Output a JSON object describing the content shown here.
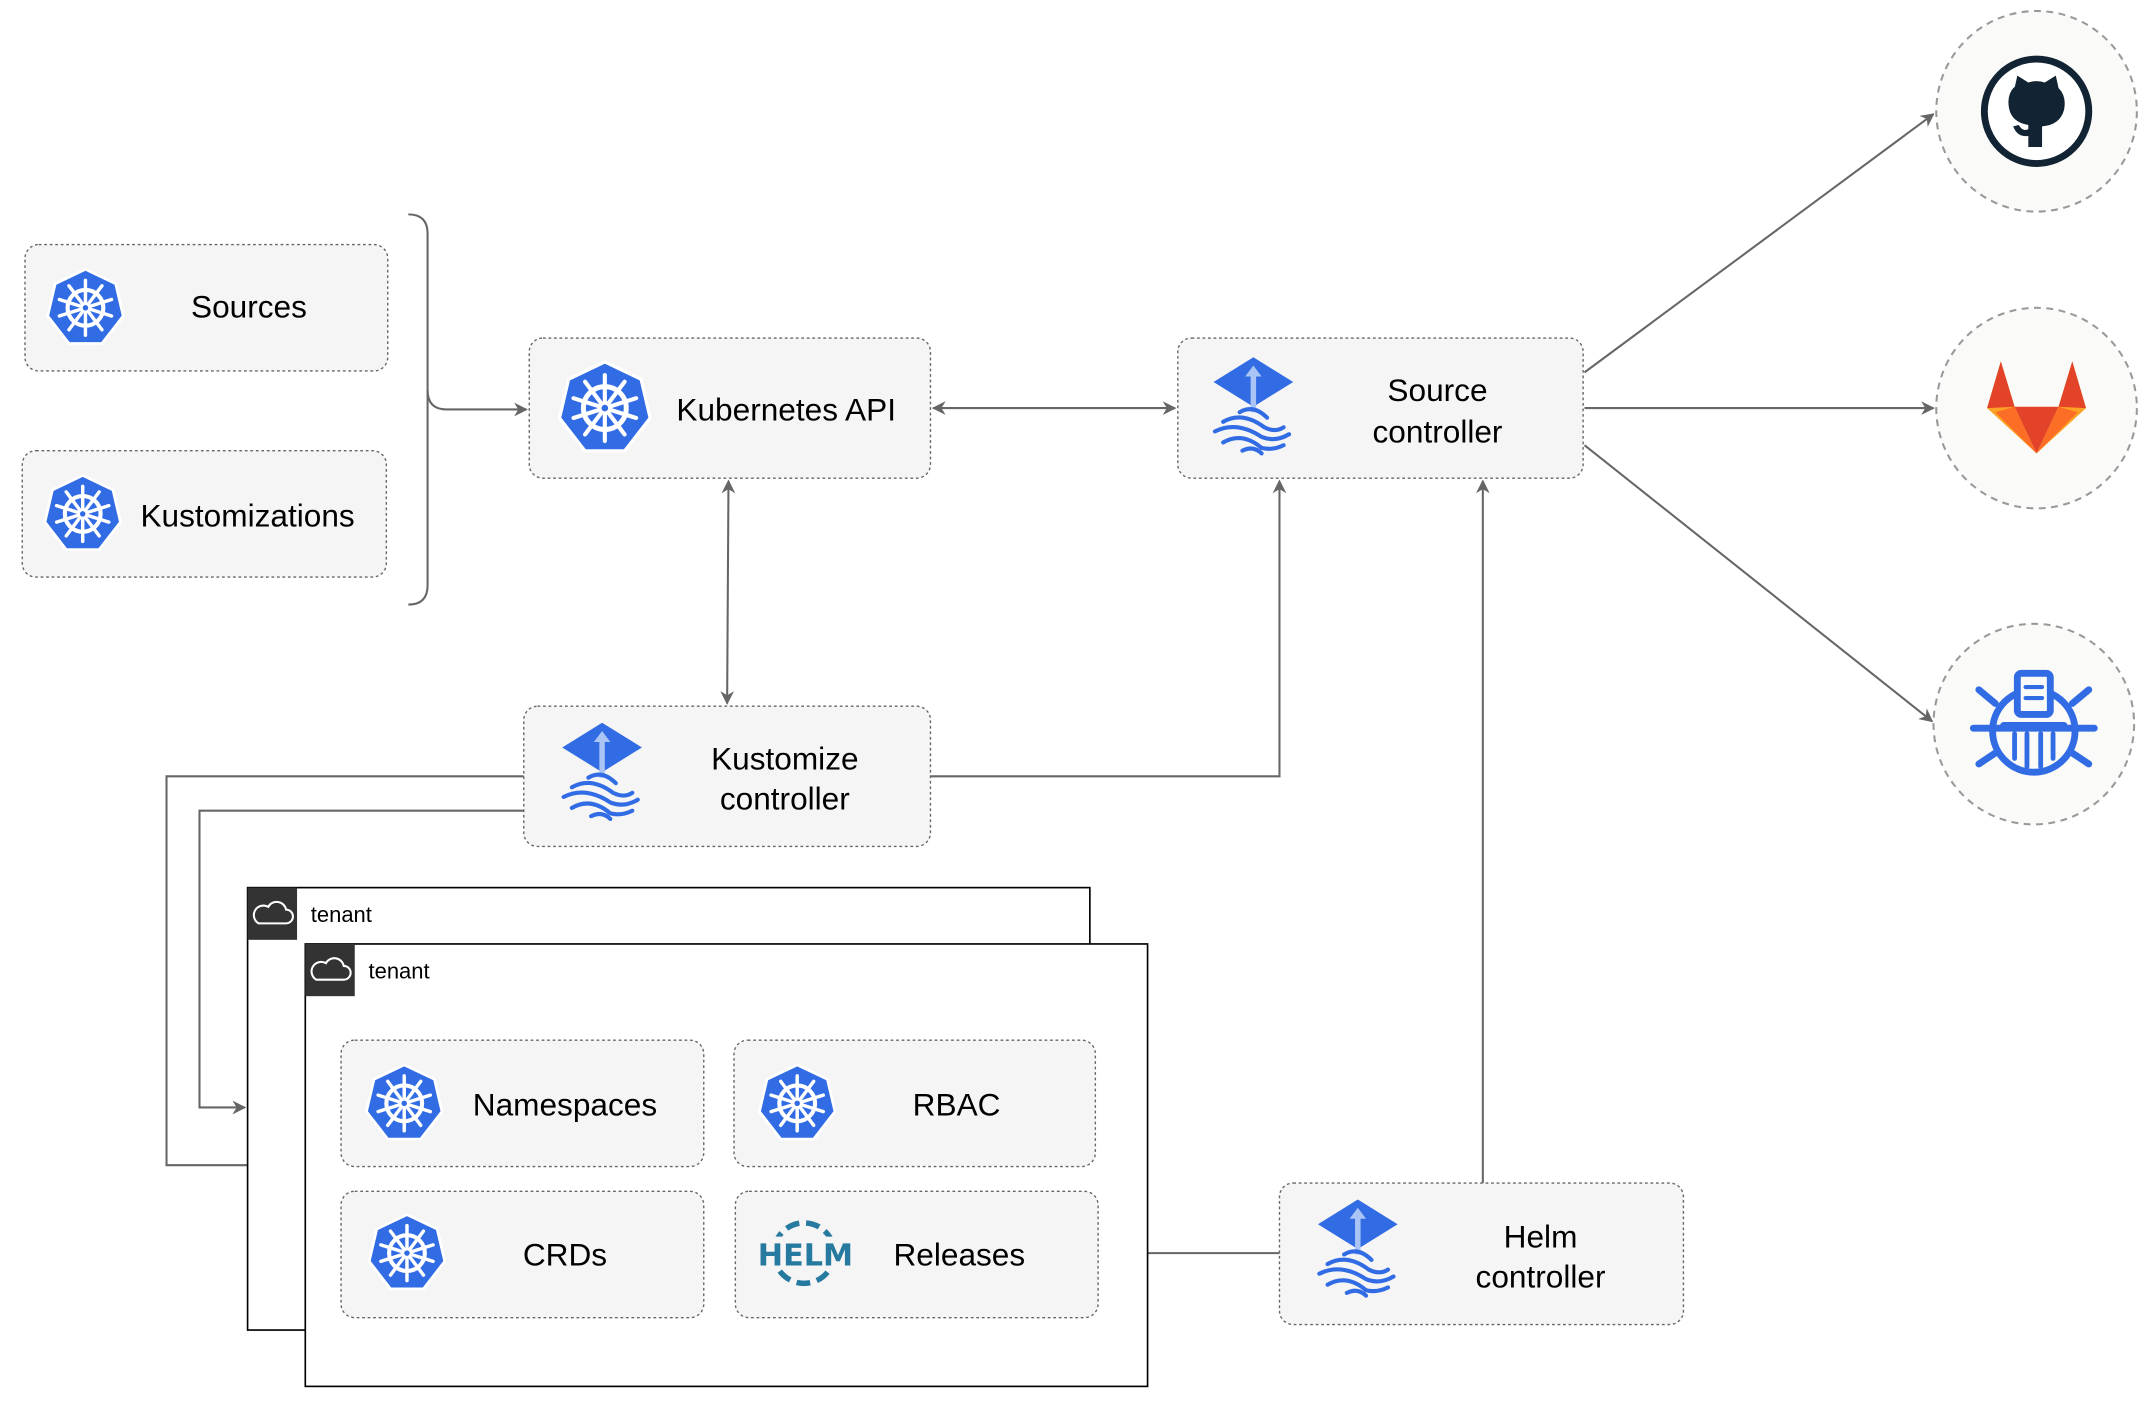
{
  "nodes": {
    "sources": "Sources",
    "kustomizations": "Kustomizations",
    "kubernetes_api": "Kubernetes API",
    "source_controller": [
      "Source",
      "controller"
    ],
    "kustomize_controller": [
      "Kustomize",
      "controller"
    ],
    "helm_controller": [
      "Helm",
      "controller"
    ],
    "namespaces": "Namespaces",
    "rbac": "RBAC",
    "crds": "CRDs",
    "releases": "Releases"
  },
  "tenants": [
    "tenant",
    "tenant"
  ],
  "helm_logo_text": "HELM",
  "external": [
    "github-icon",
    "gitlab-icon",
    "bucket-icon"
  ],
  "colors": {
    "k8s_blue": "#326ce5",
    "github": "#122433",
    "gitlab_red": "#e24329",
    "gitlab_orange": "#fca326",
    "helm": "#277a9f",
    "edge": "#666666",
    "box_fill": "#f5f5f5"
  }
}
